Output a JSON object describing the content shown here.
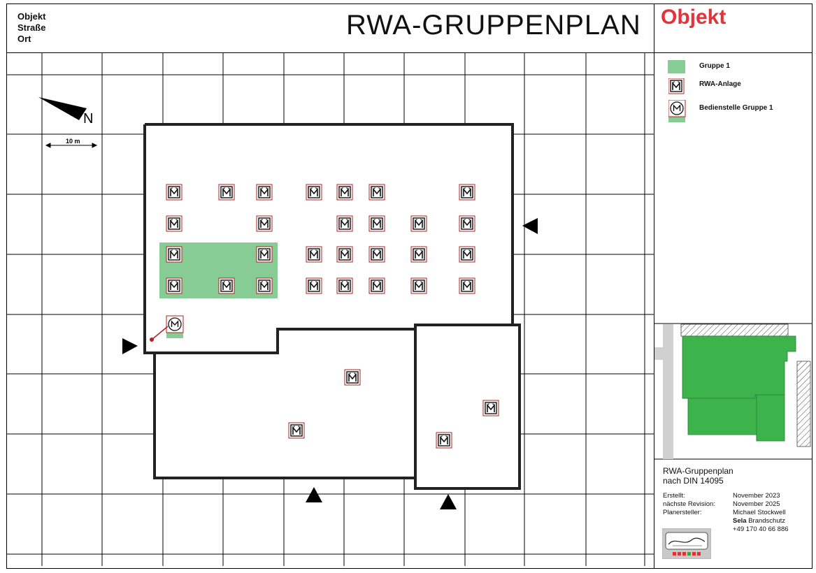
{
  "header": {
    "object_lines": [
      "Objekt",
      "Straße",
      "Ort"
    ],
    "title": "RWA-GRUPPENPLAN",
    "object_red": "Objekt"
  },
  "compass": {
    "north_label": "N",
    "scale_label": "10 m"
  },
  "legend": {
    "items": [
      {
        "label": "Gruppe 1",
        "symbol": "green-swatch"
      },
      {
        "label": "RWA-Anlage",
        "symbol": "rwa-unit-icon"
      },
      {
        "label": "Bedienstelle  Gruppe 1",
        "symbol": "control-point-icon"
      }
    ]
  },
  "colors": {
    "group1": "#88cc95",
    "building_overview": "#3cb44b",
    "accent_red": "#e2323a",
    "symbol_border": "#b22222"
  },
  "info": {
    "title_line1": "RWA-Gruppenplan",
    "title_line2": "nach DIN 14095",
    "rows": [
      {
        "label": "Erstellt:",
        "value": "November 2023"
      },
      {
        "label": "nächste Revision:",
        "value": "November 2025"
      },
      {
        "label": "Planersteller:",
        "value": "Michael Stockwell"
      },
      {
        "label": "",
        "value_bold": "Sela",
        "value": "Brandschutz"
      },
      {
        "label": "",
        "value": "+49 170 40 66 886"
      }
    ]
  }
}
